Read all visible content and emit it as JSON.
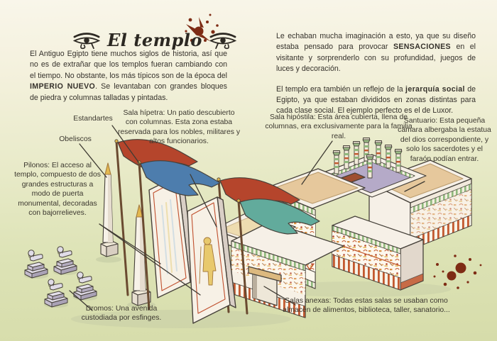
{
  "header": {
    "title": "El templo",
    "left_icon": "eye-of-horus",
    "right_icon": "eye-of-horus"
  },
  "paragraphs": {
    "intro_left": [
      {
        "t": "El Antiguo Egipto tiene muchos siglos de historia, así que no es de extrañar que los templos fueran cambiando con el tiempo. No obstante, los más típicos son de la época del "
      },
      {
        "t": "IMPERIO NUEVO",
        "b": true
      },
      {
        "t": ". Se levantaban con grandes bloques de piedra y columnas talladas y pintadas."
      }
    ],
    "right_1": [
      {
        "t": "Le echaban mucha imaginación a esto, ya que su diseño estaba pensado para provocar "
      },
      {
        "t": "SENSACIONES",
        "b": true
      },
      {
        "t": " en el visitante y sorprenderlo con su profundidad, juegos de luces y decoración."
      }
    ],
    "right_2": [
      {
        "t": "El templo era también un reflejo de la "
      },
      {
        "t": "jerarquía social",
        "b": true
      },
      {
        "t": " de Egipto, ya que estaban divididos en zonas distintas para cada clase social. El ejemplo perfecto es el de Luxor."
      }
    ]
  },
  "labels": {
    "estandartes": "Estandartes",
    "obeliscos": "Obeliscos",
    "pilonos": "Pilonos: El acceso al templo, compuesto de dos grandes estructuras a modo de puerta monumental, decoradas con bajorrelieves.",
    "sala_hipetra": "Sala hípetra: Un patio descubierto con columnas. Esta zona estaba reservada para los nobles, militares y altos funcionarios.",
    "sala_hipostila": "Sala hipóstila: Esta área cubierta, llena de columnas, era exclusivamente para la familia real.",
    "santuario": "Santuario: Esta pequeña cámara albergaba la estatua del dios correspondiente, y solo los sacerdotes y el faraón podían entrar.",
    "dromos": "Dromos: Una avenida custodiada por esfinges.",
    "salas_anexas": "Salas anexas: Todas estas salas se usaban como almacén de alimentos, biblioteca, taller, sanatorio..."
  },
  "illustration": {
    "subject": "Isometric Egyptian temple complex",
    "elements": [
      "sphinx-avenue",
      "obelisks",
      "flag-poles-with-banners",
      "pylons",
      "open-courtyard",
      "hypostyle-hall",
      "sanctuary-roof",
      "annex-rooms"
    ],
    "colors": {
      "wall": "#f7f1e6",
      "wall_shade": "#dcd2c7",
      "roof_tan": "#e5c79c",
      "flag_red": "#b5452c",
      "flag_blue": "#4d7dad",
      "flag_teal": "#62ab9c",
      "stripe_green": "#8fb97c",
      "accent_red": "#c3592f",
      "floor_purple": "#b5aac8",
      "gold": "#e3b84f",
      "ink_outline": "#46413a",
      "splatter": "#7e2c15"
    }
  }
}
